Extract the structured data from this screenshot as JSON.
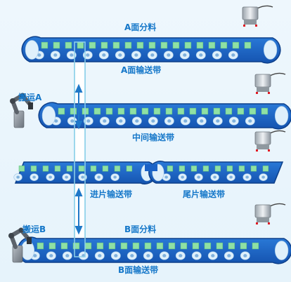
{
  "labels": {
    "a_sort": "A面分料",
    "a_conveyor": "A面输送带",
    "handler_a": "搬运A",
    "middle_conveyor": "中间输送带",
    "infeed_conveyor": "进片输送带",
    "tail_conveyor": "尾片输送带",
    "handler_b": "搬运B",
    "b_sort": "B面分料",
    "b_conveyor": "B面输送带"
  },
  "colors": {
    "belt_blue": "#1a62c6",
    "belt_edge": "#0d3f8a",
    "tile_green": "#8fe0a4",
    "roller_light": "#dff0fb",
    "label_blue": "#1577c9",
    "arrow_blue": "#1f78c8",
    "shaft_fill": "#ffffff",
    "shaft_edge": "#8fd2ea"
  },
  "icons": [
    "camera-icon",
    "robot-arm-icon",
    "double-arrow-icon"
  ]
}
